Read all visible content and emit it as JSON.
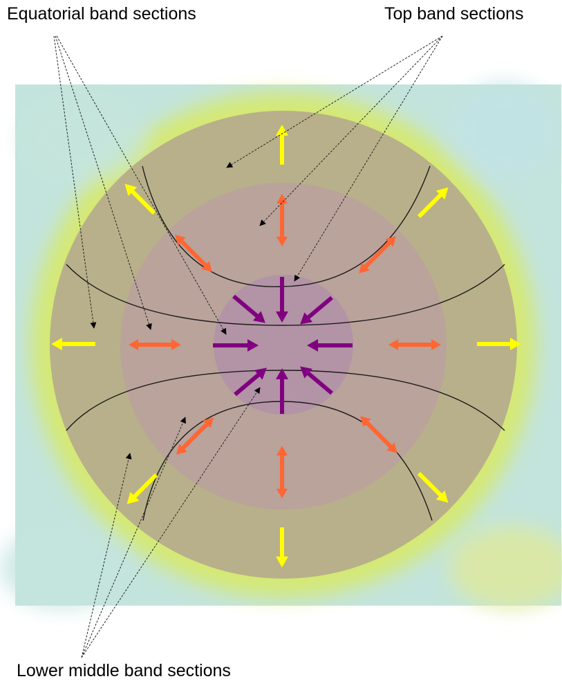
{
  "labels": {
    "equatorial": "Equatorial band sections",
    "top": "Top band sections",
    "lower_middle": "Lower middle band sections"
  },
  "colors": {
    "outer_arrow": "#ffff00",
    "middle_arrow": "#ff6633",
    "inner_arrow": "#800080",
    "background_green": "#d6e86a",
    "background_blue": "#bfe3e0",
    "outer_disc": "#b8b08a",
    "middle_disc": "#b9a39a",
    "inner_disc": "#b393a6"
  }
}
